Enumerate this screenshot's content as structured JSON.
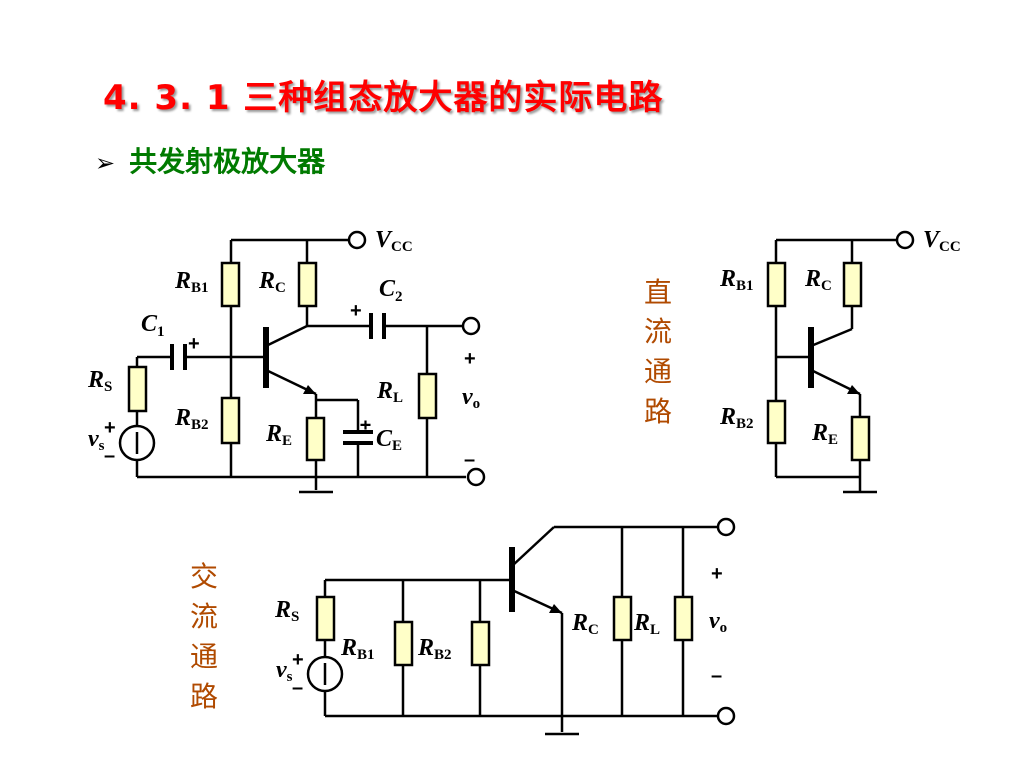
{
  "title": "4. 3. 1  三种组态放大器的实际电路",
  "subtitle": "共发射极放大器",
  "colors": {
    "title": "#ff0000",
    "subtitle": "#007a00",
    "section_labels": "#b04a00",
    "resistor_fill": "#ffffc8"
  },
  "labels": {
    "vcc_V": "V",
    "vcc_sub": "CC",
    "R": "R",
    "C": "C",
    "v": "v",
    "B1": "B1",
    "B2": "B2",
    "Csub": "C",
    "E": "E",
    "L": "L",
    "S": "S",
    "one": "1",
    "two": "2",
    "o": "o",
    "s": "s",
    "plus": "+",
    "minus": "–",
    "plusminus": "±"
  },
  "dc_path": [
    "直",
    "流",
    "通",
    "路"
  ],
  "ac_path": [
    "交",
    "流",
    "通",
    "路"
  ]
}
